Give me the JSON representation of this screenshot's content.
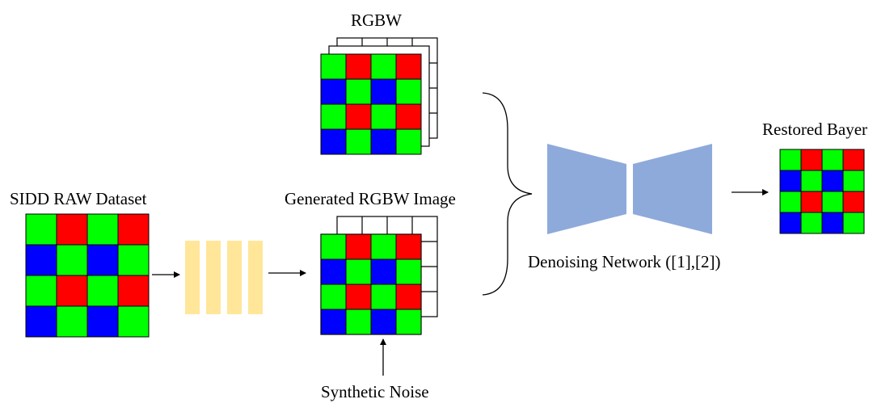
{
  "labels": {
    "rgbw": "RGBW",
    "sidd": "SIDD RAW Dataset",
    "generated": "Generated RGBW Image",
    "noise": "Synthetic Noise",
    "network": "Denoising Network ([1],[2])",
    "restored": "Restored Bayer"
  },
  "colors": {
    "red": "#ff0000",
    "green": "#00ff00",
    "blue": "#0000ff",
    "pipeline": "#ffe699",
    "network": "#8eaadb",
    "stroke": "#000000"
  },
  "patterns": {
    "rgbw_top": [
      "GRGR",
      "BGBG",
      "GRGR",
      "BGBG"
    ],
    "sidd": [
      "GRGR",
      "BGBG",
      "GRGR",
      "BGBG"
    ],
    "rgbw_generated": [
      "GRGR",
      "BGBG",
      "GRGR",
      "BGBG"
    ],
    "restored": [
      "GRGR",
      "BGBG",
      "GRGR",
      "BGBG"
    ]
  }
}
